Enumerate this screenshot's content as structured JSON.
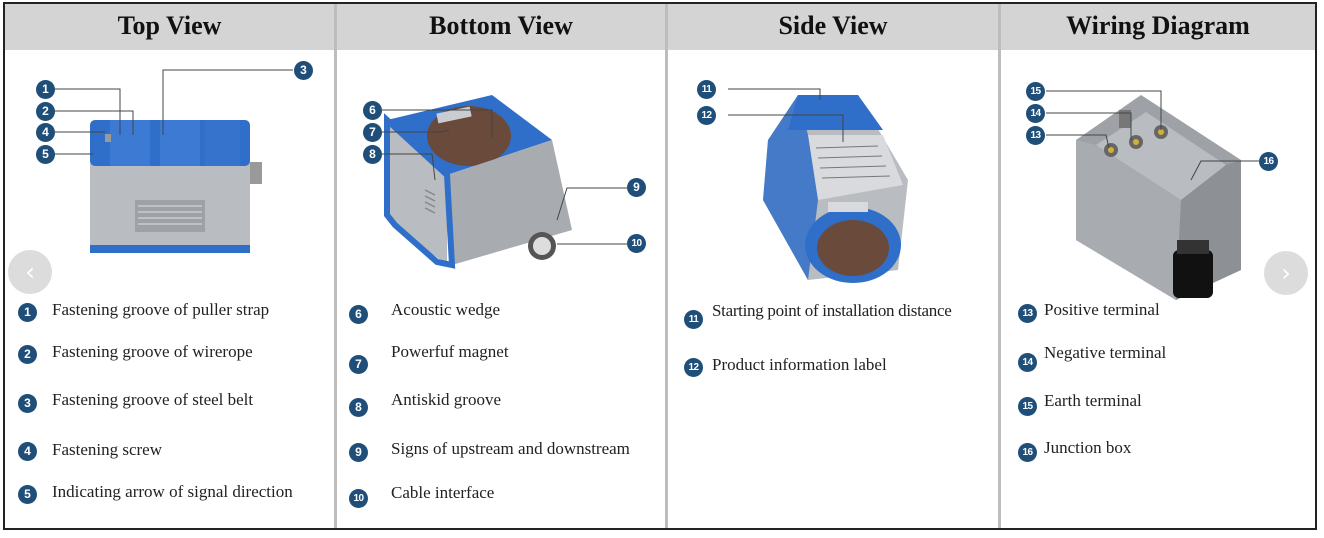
{
  "columns": [
    {
      "title": "Top View",
      "items": [
        {
          "num": "1",
          "text": "Fastening groove of  puller strap"
        },
        {
          "num": "2",
          "text": "Fastening groove of  wirerope"
        },
        {
          "num": "3",
          "text": "Fastening groove of  steel belt"
        },
        {
          "num": "4",
          "text": "Fastening screw"
        },
        {
          "num": "5",
          "text": "Indicating arrow of signal direction"
        }
      ]
    },
    {
      "title": "Bottom View",
      "items": [
        {
          "num": "6",
          "text": "Acoustic wedge"
        },
        {
          "num": "7",
          "text": "Powerfuf magnet"
        },
        {
          "num": "8",
          "text": "Antiskid groove"
        },
        {
          "num": "9",
          "text": "Signs of upstream and downstream"
        },
        {
          "num": "10",
          "text": "Cable interface"
        }
      ]
    },
    {
      "title": "Side View",
      "items": [
        {
          "num": "11",
          "text": "Starting point of installation distance"
        },
        {
          "num": "12",
          "text": "Product information label"
        }
      ]
    },
    {
      "title": "Wiring Diagram",
      "items": [
        {
          "num": "13",
          "text": "Positive terminal"
        },
        {
          "num": "14",
          "text": "Negative terminal"
        },
        {
          "num": "15",
          "text": "Earth terminal"
        },
        {
          "num": "16",
          "text": "Junction box"
        }
      ]
    }
  ],
  "nav": {
    "prev_icon": "chevron-left-icon",
    "next_icon": "chevron-right-icon",
    "prev_glyph": "‹",
    "next_glyph": "›"
  },
  "colors": {
    "accent_blue": "#2f6fc9",
    "badge_blue": "#1f4e79",
    "body_grey": "#b9bcc0",
    "header_grey": "#d4d4d4"
  }
}
